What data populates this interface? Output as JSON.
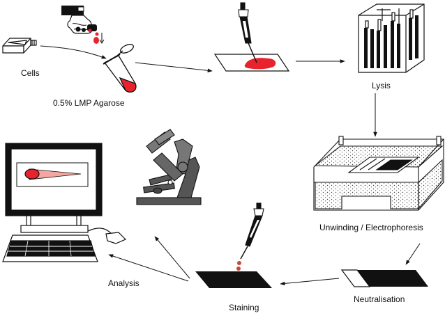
{
  "colors": {
    "ink": "#111111",
    "sample": "#e8232d",
    "comet_tail": "#f4a7a0",
    "grey": "#8a8a8a"
  },
  "steps": {
    "cells": "Cells",
    "agarose": "0.5% LMP Agarose",
    "lysis": "Lysis",
    "electrophoresis": "Unwinding / Electrophoresis",
    "neutralisation": "Neutralisation",
    "staining": "Staining",
    "analysis": "Analysis"
  },
  "icons": [
    "flask-icon",
    "dropper-icon",
    "tube-icon",
    "pipette-icon",
    "slide-icon",
    "lysis-tank-icon",
    "electrophoresis-tank-icon",
    "neutralised-slide-icon",
    "stained-slide-icon",
    "microscope-icon",
    "computer-icon"
  ]
}
